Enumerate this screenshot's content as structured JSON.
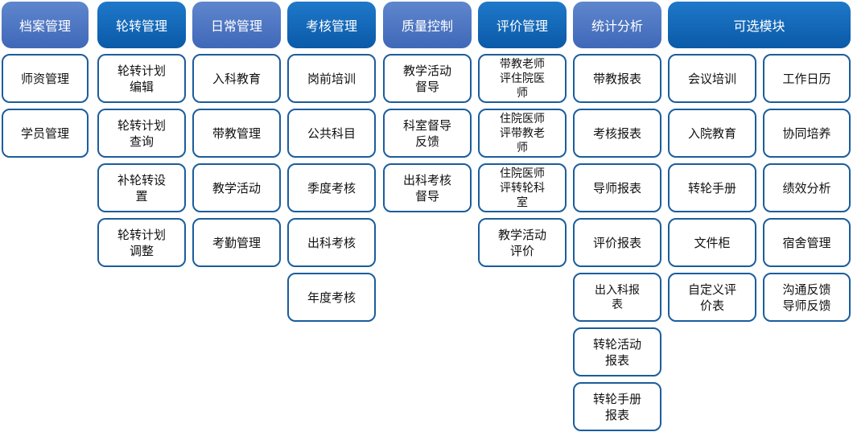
{
  "columns": [
    {
      "title": "档案管理",
      "items": [
        "师资管理",
        "学员管理"
      ]
    },
    {
      "title": "轮转管理",
      "items": [
        "轮转计划\n编辑",
        "轮转计划\n查询",
        "补轮转设\n置",
        "轮转计划\n调整"
      ]
    },
    {
      "title": "日常管理",
      "items": [
        "入科教育",
        "带教管理",
        "教学活动",
        "考勤管理"
      ]
    },
    {
      "title": "考核管理",
      "items": [
        "岗前培训",
        "公共科目",
        "季度考核",
        "出科考核",
        "年度考核"
      ]
    },
    {
      "title": "质量控制",
      "items": [
        "教学活动\n督导",
        "科室督导\n反馈",
        "出科考核\n督导"
      ]
    },
    {
      "title": "评价管理",
      "items": [
        "带教老师\n评住院医\n师",
        "住院医师\n评带教老\n师",
        "住院医师\n评转轮科\n室",
        "教学活动\n评价"
      ]
    },
    {
      "title": "统计分析",
      "items": [
        "带教报表",
        "考核报表",
        "导师报表",
        "评价报表",
        "出入科报\n表",
        "转轮活动\n报表",
        "转轮手册\n报表"
      ]
    }
  ],
  "optional": {
    "title": "可选模块",
    "items": [
      "会议培训",
      "工作日历",
      "入院教育",
      "协同培养",
      "转轮手册",
      "绩效分析",
      "文件柜",
      "宿舍管理",
      "自定义评\n价表",
      "沟通反馈\n导师反馈"
    ]
  },
  "colors": {
    "header_light": "#4f77c4",
    "header_dark": "#0d63b4",
    "box_border": "#1b5d9c"
  }
}
